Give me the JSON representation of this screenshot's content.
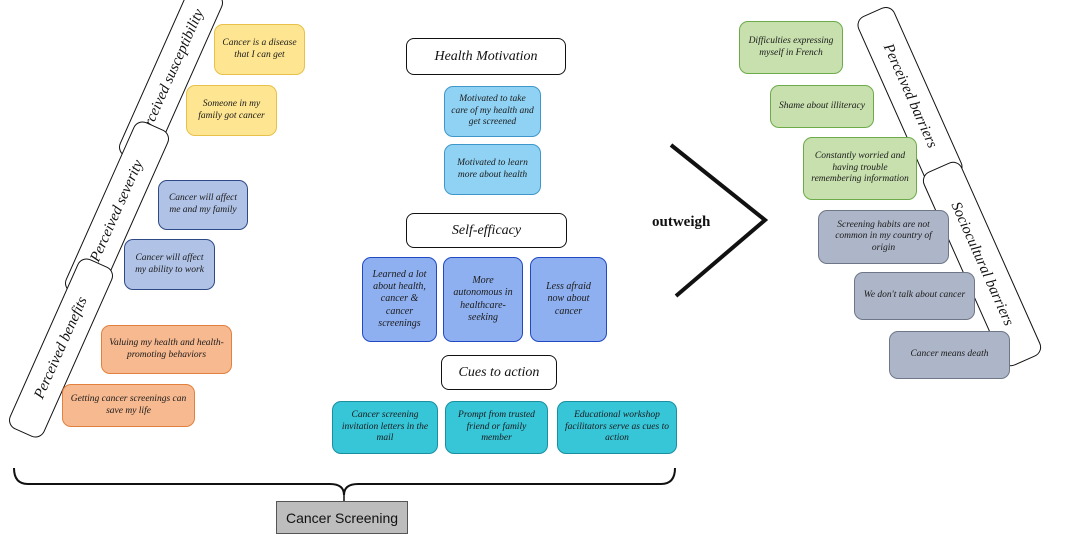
{
  "left": {
    "perceived_susceptibility": {
      "label": "Perceived susceptibility",
      "items": [
        "Cancer is a disease that I can get",
        "Someone in my family got cancer"
      ]
    },
    "perceived_severity": {
      "label": "Perceived severity",
      "items": [
        "Cancer will affect me and my family",
        "Cancer will affect my ability to work"
      ]
    },
    "perceived_benefits": {
      "label": "Perceived benefits",
      "items": [
        "Valuing my health and health-promoting behaviors",
        "Getting cancer screenings can save my life"
      ]
    }
  },
  "middle": {
    "health_motivation": {
      "label": "Health Motivation",
      "items": [
        "Motivated to take care of my health and get screened",
        "Motivated to learn more about health"
      ]
    },
    "self_efficacy": {
      "label": "Self-efficacy",
      "items": [
        "Learned a lot about health, cancer & cancer screenings",
        "More autonomous in healthcare-seeking",
        "Less afraid now about cancer"
      ]
    },
    "cues_to_action": {
      "label": "Cues to action",
      "items": [
        "Cancer screening invitation letters in the mail",
        "Prompt from trusted friend or family member",
        "Educational workshop facilitators serve as cues to action"
      ]
    }
  },
  "outweigh_label": "outweigh",
  "right": {
    "perceived_barriers": {
      "label": "Perceived barriers",
      "items": [
        "Difficulties expressing myself in French",
        "Shame about illiteracy",
        "Constantly worried and having trouble remembering information"
      ]
    },
    "sociocultural_barriers": {
      "label": "Sociocultural barriers",
      "items": [
        "Screening habits are not common in my country of origin",
        "We don't talk about cancer",
        "Cancer means death"
      ]
    }
  },
  "footer": {
    "label": "Cancer Screening"
  },
  "colors": {
    "yellow": "#fde591",
    "blue": "#b0c2e6",
    "orange": "#f7b990",
    "light_blue": "#90d2f4",
    "medium_blue": "#8fb0f0",
    "teal": "#37c5d8",
    "green": "#c7e0ae",
    "grey": "#adb6c8"
  }
}
